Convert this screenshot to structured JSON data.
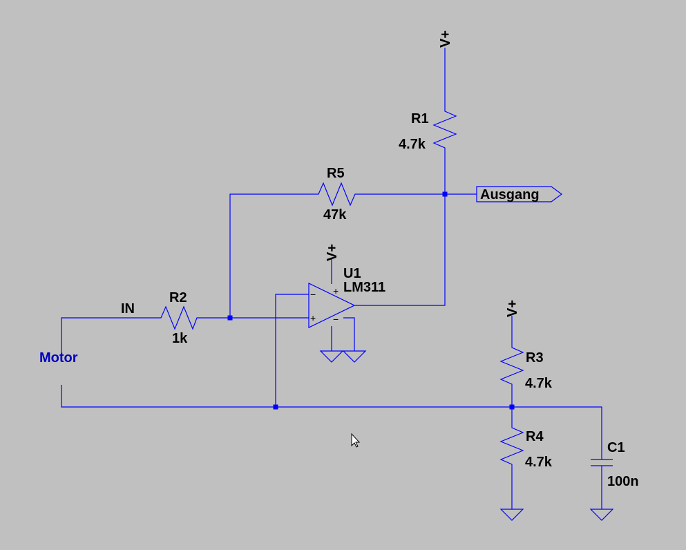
{
  "schematic": {
    "components": {
      "R1": {
        "ref": "R1",
        "value": "4.7k"
      },
      "R2": {
        "ref": "R2",
        "value": "1k"
      },
      "R3": {
        "ref": "R3",
        "value": "4.7k"
      },
      "R4": {
        "ref": "R4",
        "value": "4.7k"
      },
      "R5": {
        "ref": "R5",
        "value": "47k"
      },
      "C1": {
        "ref": "C1",
        "value": "100n"
      },
      "U1": {
        "ref": "U1",
        "value": "LM311",
        "pin_plus": "+",
        "pin_minus": "−"
      }
    },
    "nets": {
      "supply": "V+",
      "input": "IN",
      "output": "Ausgang",
      "source": "Motor"
    },
    "colors": {
      "background": "#c0c0c0",
      "wire": "#0000ff",
      "net_label": "#0000c0"
    }
  }
}
